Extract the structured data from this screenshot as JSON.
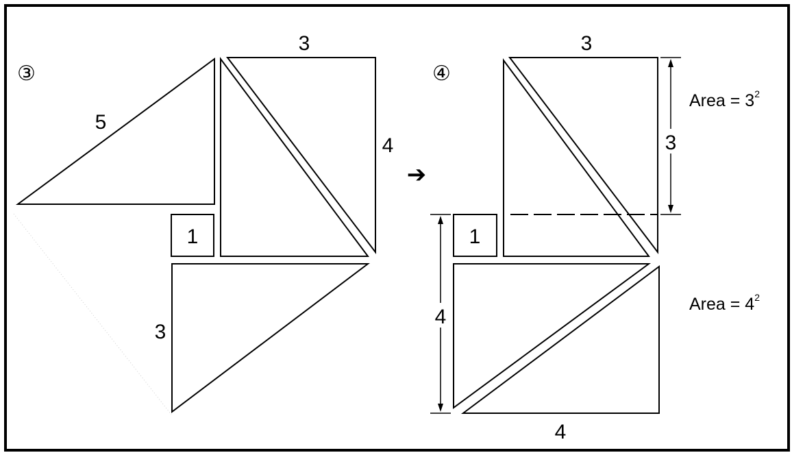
{
  "panel_left": {
    "step_marker": "③",
    "labels": {
      "hypotenuse": "5",
      "top_side": "3",
      "right_side": "4",
      "square": "1",
      "lower_side": "3"
    }
  },
  "arrow": "➔",
  "panel_right": {
    "step_marker": "④",
    "labels": {
      "top_side": "3",
      "upper_height": "3",
      "square": "1",
      "lower_height": "4",
      "bottom_side": "4"
    },
    "upper_area": {
      "text": "Area = 3",
      "exponent": "2"
    },
    "lower_area": {
      "text": "Area = 4",
      "exponent": "2"
    }
  }
}
